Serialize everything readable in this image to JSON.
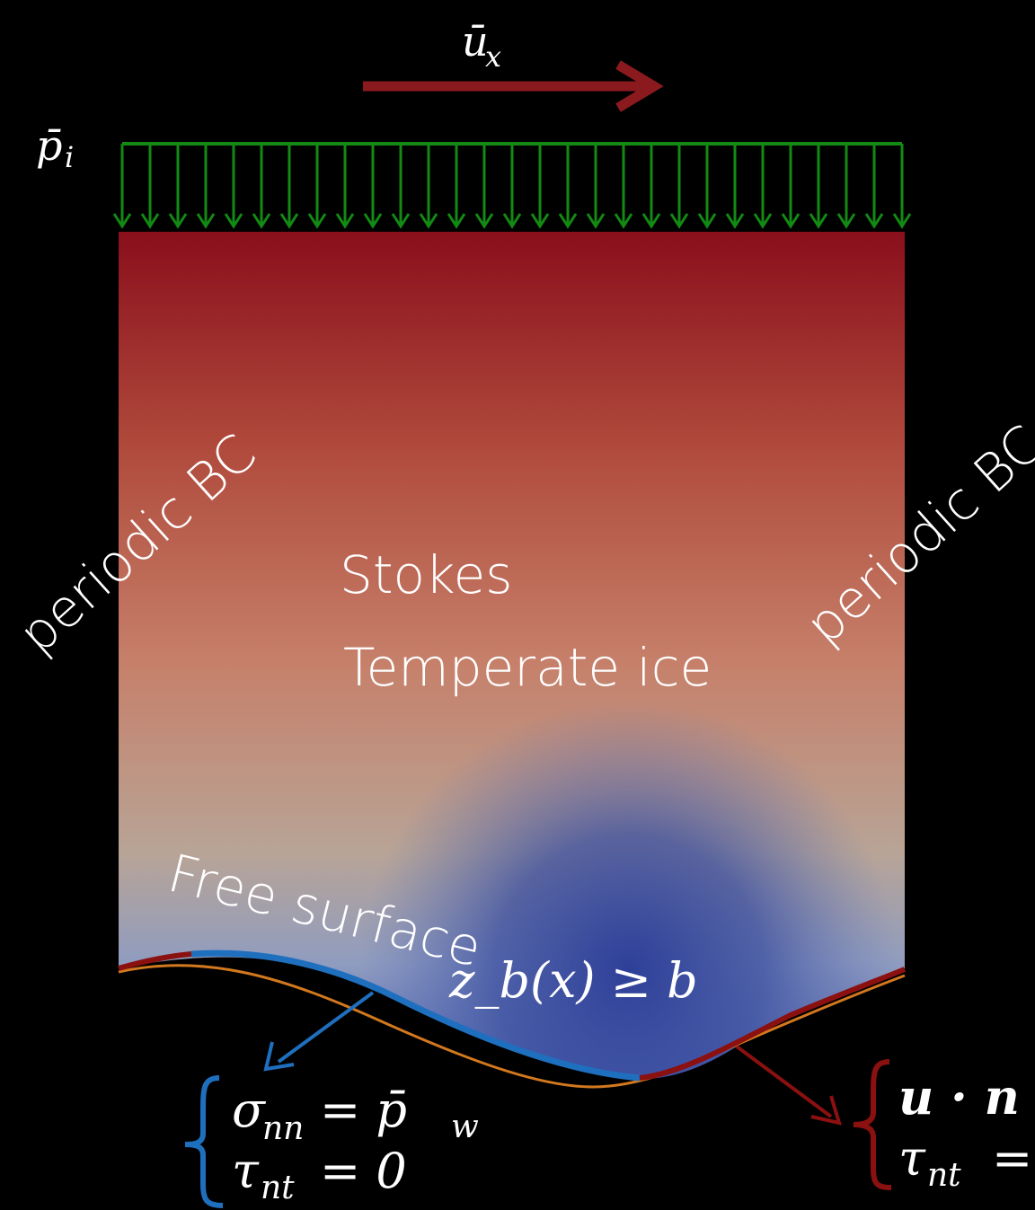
{
  "labels": {
    "ux": "ū",
    "ux_sub": "x",
    "pi": "p̄",
    "pi_sub": "i",
    "periodic_left": "periodic BC",
    "periodic_right": "periodic BC",
    "stokes": "Stokes",
    "temperate": "Temperate ice",
    "free_surface": "Free surface",
    "free_surface_math": "z_b(x) ≥ b"
  },
  "bc_left": {
    "line1_lhs": "σ",
    "line1_sub": "nn",
    "line1_rhs": "= p̄",
    "line1_rhs_sub": "w",
    "line2_lhs": "τ",
    "line2_sub": "nt",
    "line2_rhs": "= 0"
  },
  "bc_right": {
    "line1": "u · n",
    "line2_lhs": "τ",
    "line2_sub": "nt",
    "line2_rhs": "="
  },
  "colors": {
    "velocity_arrow": "#8b1a1f",
    "pressure_arrows": "#138a13",
    "free_surface_line": "#1f6fbf",
    "contact_line": "#8b1010",
    "bedrock_line": "#d2781e",
    "field_top": "#8a0f1c",
    "field_mid": "#c08a78",
    "field_bottom": "#3a4ea0"
  }
}
